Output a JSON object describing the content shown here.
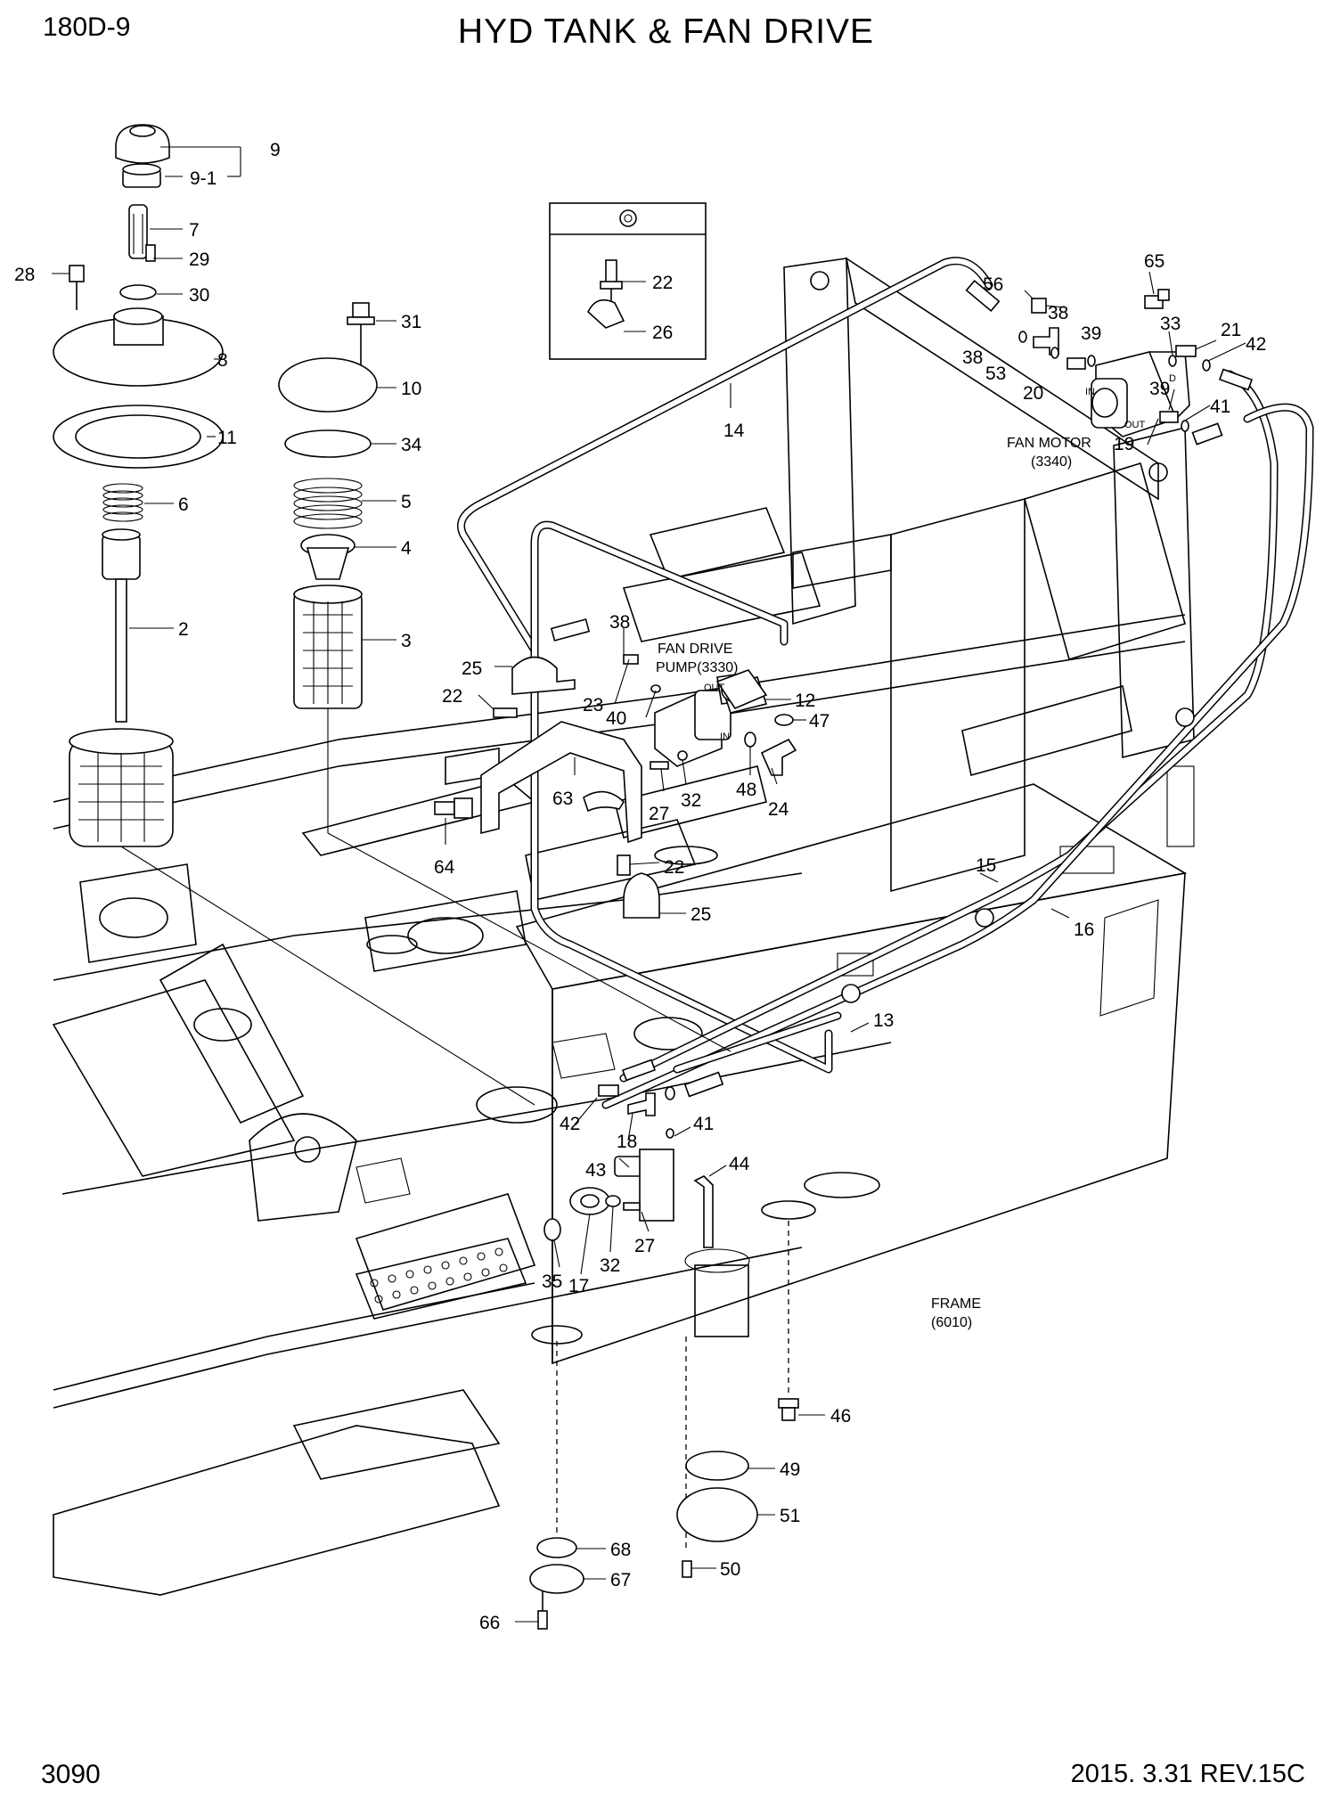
{
  "header": {
    "model": "180D-9",
    "title": "HYD TANK & FAN DRIVE"
  },
  "footer": {
    "page_number": "3090",
    "revision": "2015. 3.31  REV.15C"
  },
  "captions": {
    "fan_drive_1": "FAN DRIVE",
    "fan_drive_2": "PUMP(3330)",
    "fan_motor_1": "FAN MOTOR",
    "fan_motor_2": "(3340)",
    "frame_1": "FRAME",
    "frame_2": "(6010)",
    "port_out_pump": "OUT",
    "port_in_pump": "IN",
    "port_in_motor": "IN",
    "port_out_motor": "OUT",
    "port_d_motor": "D"
  },
  "callouts": [
    {
      "id": "c9",
      "label": "9"
    },
    {
      "id": "c9-1",
      "label": "9-1"
    },
    {
      "id": "c7",
      "label": "7"
    },
    {
      "id": "c29",
      "label": "29"
    },
    {
      "id": "c28",
      "label": "28"
    },
    {
      "id": "c30",
      "label": "30"
    },
    {
      "id": "c8",
      "label": "8"
    },
    {
      "id": "c11",
      "label": "11"
    },
    {
      "id": "c6",
      "label": "6"
    },
    {
      "id": "c2",
      "label": "2"
    },
    {
      "id": "c31",
      "label": "31"
    },
    {
      "id": "c10",
      "label": "10"
    },
    {
      "id": "c34",
      "label": "34"
    },
    {
      "id": "c5",
      "label": "5"
    },
    {
      "id": "c4",
      "label": "4"
    },
    {
      "id": "c3",
      "label": "3"
    },
    {
      "id": "c22a",
      "label": "22"
    },
    {
      "id": "c26",
      "label": "26"
    },
    {
      "id": "c14",
      "label": "14"
    },
    {
      "id": "c56",
      "label": "56"
    },
    {
      "id": "c38a",
      "label": "38"
    },
    {
      "id": "c38b",
      "label": "38"
    },
    {
      "id": "c53",
      "label": "53"
    },
    {
      "id": "c39a",
      "label": "39"
    },
    {
      "id": "c20",
      "label": "20"
    },
    {
      "id": "c65",
      "label": "65"
    },
    {
      "id": "c33",
      "label": "33"
    },
    {
      "id": "c21",
      "label": "21"
    },
    {
      "id": "c42a",
      "label": "42"
    },
    {
      "id": "c39b",
      "label": "39"
    },
    {
      "id": "c41a",
      "label": "41"
    },
    {
      "id": "c19",
      "label": "19"
    },
    {
      "id": "c25a",
      "label": "25"
    },
    {
      "id": "c38c",
      "label": "38"
    },
    {
      "id": "c22b",
      "label": "22"
    },
    {
      "id": "c23",
      "label": "23"
    },
    {
      "id": "c40",
      "label": "40"
    },
    {
      "id": "c12",
      "label": "12"
    },
    {
      "id": "c47",
      "label": "47"
    },
    {
      "id": "c63",
      "label": "63"
    },
    {
      "id": "c27a",
      "label": "27"
    },
    {
      "id": "c32a",
      "label": "32"
    },
    {
      "id": "c48",
      "label": "48"
    },
    {
      "id": "c24",
      "label": "24"
    },
    {
      "id": "c64",
      "label": "64"
    },
    {
      "id": "c22c",
      "label": "22"
    },
    {
      "id": "c25b",
      "label": "25"
    },
    {
      "id": "c15",
      "label": "15"
    },
    {
      "id": "c16",
      "label": "16"
    },
    {
      "id": "c13",
      "label": "13"
    },
    {
      "id": "c42b",
      "label": "42"
    },
    {
      "id": "c18",
      "label": "18"
    },
    {
      "id": "c41b",
      "label": "41"
    },
    {
      "id": "c43",
      "label": "43"
    },
    {
      "id": "c44",
      "label": "44"
    },
    {
      "id": "c27b",
      "label": "27"
    },
    {
      "id": "c35",
      "label": "35"
    },
    {
      "id": "c17",
      "label": "17"
    },
    {
      "id": "c32b",
      "label": "32"
    },
    {
      "id": "c46",
      "label": "46"
    },
    {
      "id": "c49",
      "label": "49"
    },
    {
      "id": "c51",
      "label": "51"
    },
    {
      "id": "c50",
      "label": "50"
    },
    {
      "id": "c68",
      "label": "68"
    },
    {
      "id": "c67",
      "label": "67"
    },
    {
      "id": "c66",
      "label": "66"
    }
  ]
}
